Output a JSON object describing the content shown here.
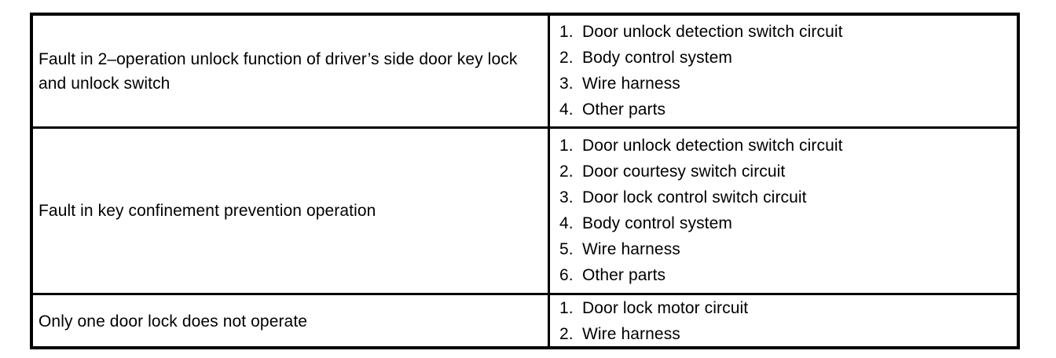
{
  "colors": {
    "ink": "#000000",
    "paper": "#ffffff"
  },
  "table": {
    "rows": [
      {
        "symptom": "Fault in 2–operation unlock function of driver’s side door key lock and unlock switch",
        "causes": [
          {
            "num": "1.",
            "label": "Door unlock detection switch circuit"
          },
          {
            "num": "2.",
            "label": "Body control system"
          },
          {
            "num": "3.",
            "label": "Wire harness"
          },
          {
            "num": "4.",
            "label": "Other parts"
          }
        ]
      },
      {
        "symptom": "Fault in key confinement prevention operation",
        "causes": [
          {
            "num": "1.",
            "label": "Door unlock detection switch circuit"
          },
          {
            "num": "2.",
            "label": "Door courtesy switch circuit"
          },
          {
            "num": "3.",
            "label": "Door lock control switch circuit"
          },
          {
            "num": "4.",
            "label": "Body control system"
          },
          {
            "num": "5.",
            "label": "Wire harness"
          },
          {
            "num": "6.",
            "label": "Other parts"
          }
        ]
      },
      {
        "symptom": "Only one door lock does not operate",
        "causes": [
          {
            "num": "1.",
            "label": "Door lock motor circuit"
          },
          {
            "num": "2.",
            "label": "Wire harness"
          }
        ]
      }
    ]
  }
}
